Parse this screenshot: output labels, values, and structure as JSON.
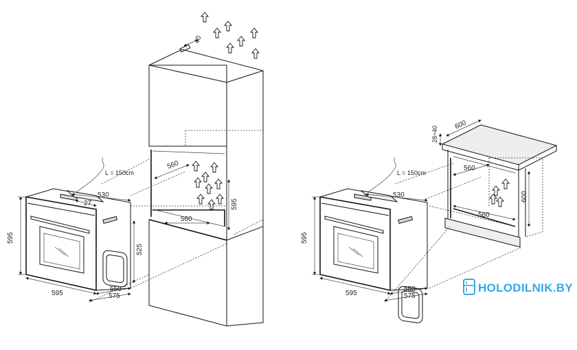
{
  "left_diagram": {
    "dims": {
      "d40": "40",
      "cable": "L = 150cm",
      "d530": "530",
      "d27": "27",
      "d595_h": "595",
      "d525": "525",
      "d595_w": "595",
      "d550": "550",
      "d575": "575",
      "d560_top": "560",
      "d595_niche": "595",
      "d560_bottom": "560"
    }
  },
  "right_diagram": {
    "dims": {
      "d28_40": "28÷40",
      "d600_top": "600",
      "cable": "L = 150cm",
      "d530": "530",
      "d560_top": "560",
      "d600_side": "600",
      "d560_bottom": "560",
      "d595_h": "595",
      "d595_w": "595",
      "d550": "550",
      "d575": "575"
    }
  },
  "watermark": {
    "text": "HOLODILNIK.BY",
    "icon": "fridge-icon",
    "color": "#35a9e8"
  }
}
